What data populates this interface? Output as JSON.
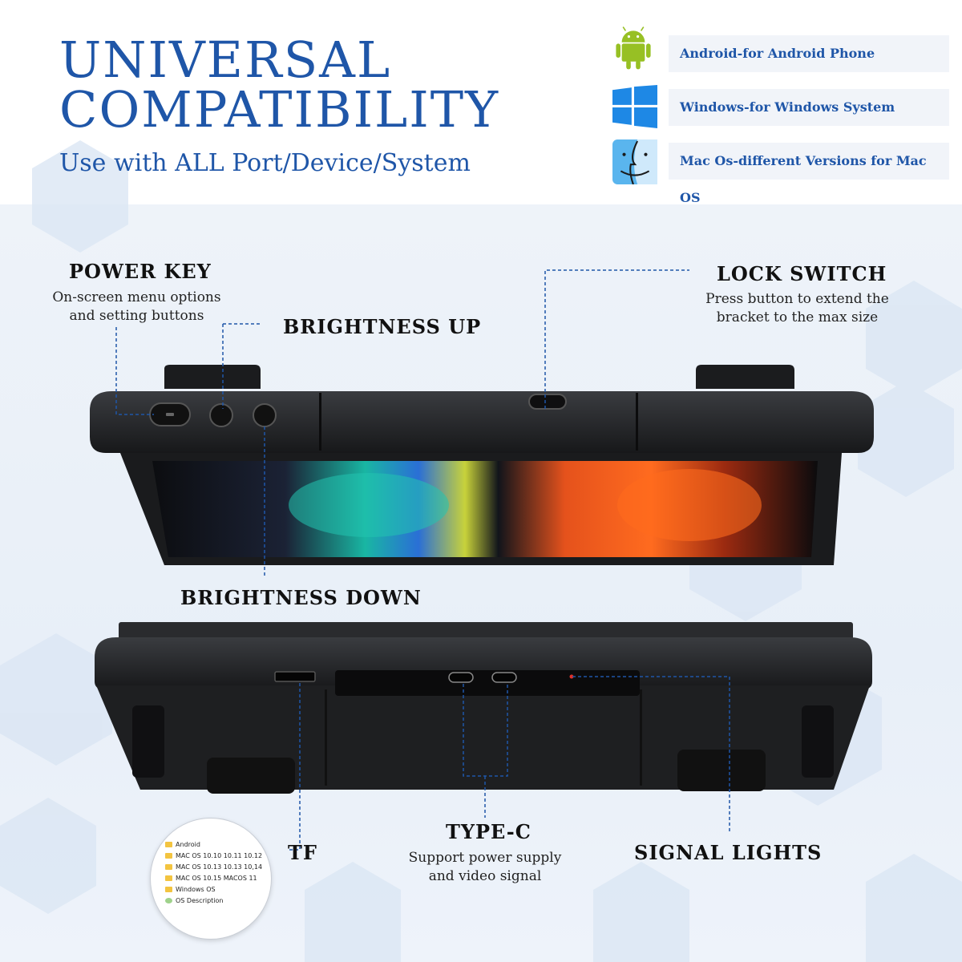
{
  "header": {
    "title_line1": "UNIVERSAL",
    "title_line2": "COMPATIBILITY",
    "subtitle": "Use with ALL Port/Device/System"
  },
  "compatibility": [
    {
      "icon": "android-icon",
      "label": "Android-for Android Phone"
    },
    {
      "icon": "windows-icon",
      "label": "Windows-for Windows System"
    },
    {
      "icon": "finder-icon",
      "label": "Mac Os-different Versions for Mac OS"
    }
  ],
  "callouts": {
    "power_key": {
      "title": "POWER KEY",
      "desc_line1": "On-screen menu options",
      "desc_line2": "and setting buttons"
    },
    "brightness_up": {
      "title": "BRIGHTNESS UP"
    },
    "lock_switch": {
      "title": "LOCK SWITCH",
      "desc_line1": "Press button to extend the",
      "desc_line2": "bracket to the max size"
    },
    "brightness_down": {
      "title": "BRIGHTNESS DOWN"
    },
    "tf": {
      "title": "TF"
    },
    "type_c": {
      "title": "TYPE-C",
      "desc_line1": "Support power supply",
      "desc_line2": "and video signal"
    },
    "signal_lights": {
      "title": "SIGNAL LIGHTS"
    }
  },
  "tf_card_contents": [
    "Android",
    "MAC OS 10.10 10.11  10.12",
    "MAC OS 10.13 10.13 10,14",
    "MAC OS 10.15  MACOS 11",
    "Windows OS",
    "OS Description"
  ],
  "colors": {
    "accent": "#1f56a8",
    "android_green": "#97c024",
    "windows_blue": "#1e88e5",
    "leader_line": "#1f56a8"
  }
}
